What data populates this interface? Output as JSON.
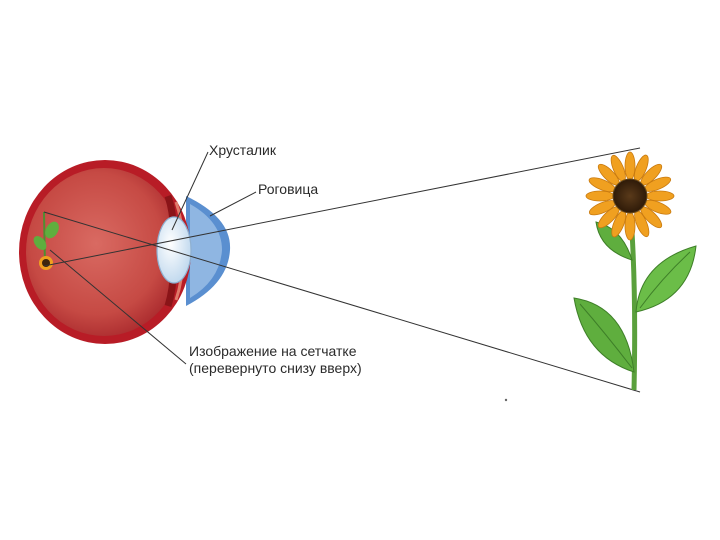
{
  "labels": {
    "lens": "Хрусталик",
    "cornea": "Роговица",
    "retina_image_line1": "Изображение на сетчатке",
    "retina_image_line2": "(перевернуто снизу вверх)"
  },
  "colors": {
    "sclera": "#c8202a",
    "eyeball_inner": "#c9504a",
    "cornea": "#5a8fd0",
    "lens": "#dbeaf6",
    "petals": "#f0a020",
    "flower_center": "#4a2e12",
    "stem": "#5aa03c",
    "leaves": "#5fae3e",
    "ray_lines": "#333333"
  }
}
